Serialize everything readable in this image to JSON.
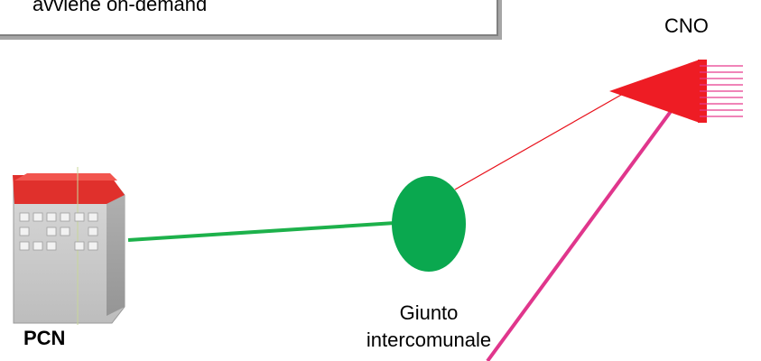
{
  "callout": {
    "text": "avviene on-demand"
  },
  "nodes": {
    "cno": {
      "label": "CNO"
    },
    "pcn": {
      "label": "PCN"
    },
    "giunto": {
      "line1": "Giunto",
      "line2": "intercomunale"
    }
  },
  "colors": {
    "green_link": "#1db14b",
    "red_link": "#e8101a",
    "magenta_link": "#e0368c",
    "junction_fill": "#0aa84f",
    "cno_fill": "#ee1c24",
    "building_roof": "#e0302c",
    "building_wall": "#c9c9c9"
  },
  "icons": {
    "pcn": "building-icon",
    "cno": "cno-splitter-icon",
    "giunto": "junction-ellipse-icon"
  }
}
